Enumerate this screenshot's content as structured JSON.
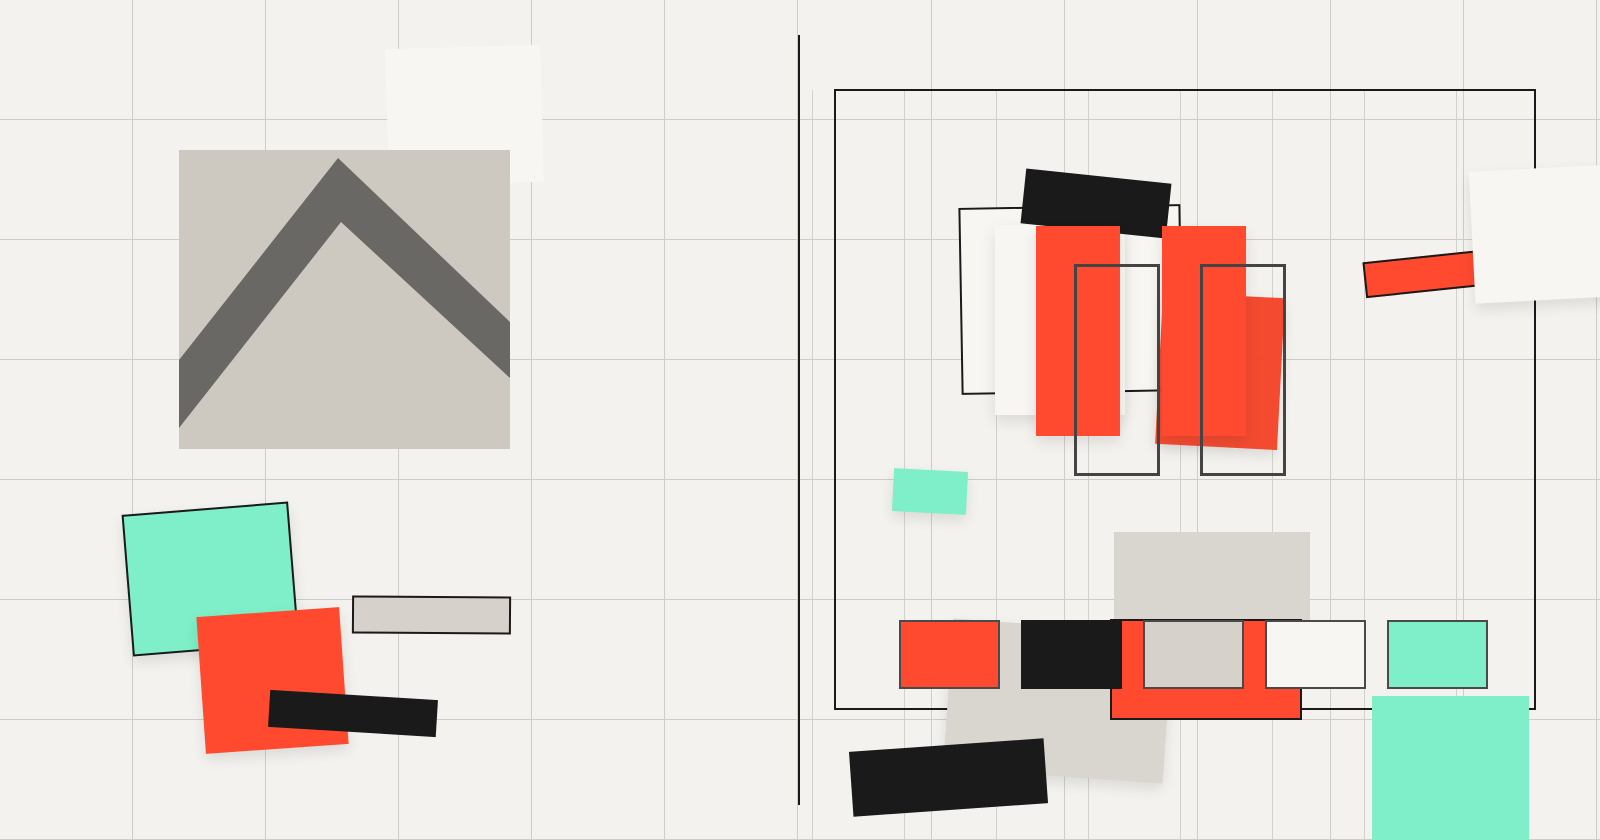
{
  "palette": {
    "background": "#f3f2ee",
    "grid_line": "#cfcdc8",
    "paper": "#f7f6f2",
    "warm_gray": "#cdc8c0",
    "chevron": "#6a6864",
    "mint": "#7eefc8",
    "red": "#ff4a2f",
    "ink": "#1a1a1a"
  },
  "swatches": [
    {
      "name": "red",
      "color": "#ff4a2f"
    },
    {
      "name": "black",
      "color": "#1a1a1a"
    },
    {
      "name": "beige",
      "color": "#d6d2cb"
    },
    {
      "name": "white",
      "color": "#f7f6f2"
    },
    {
      "name": "mint",
      "color": "#7eefc8"
    }
  ],
  "icons": {
    "roof_panel": "chevron-up-icon"
  }
}
